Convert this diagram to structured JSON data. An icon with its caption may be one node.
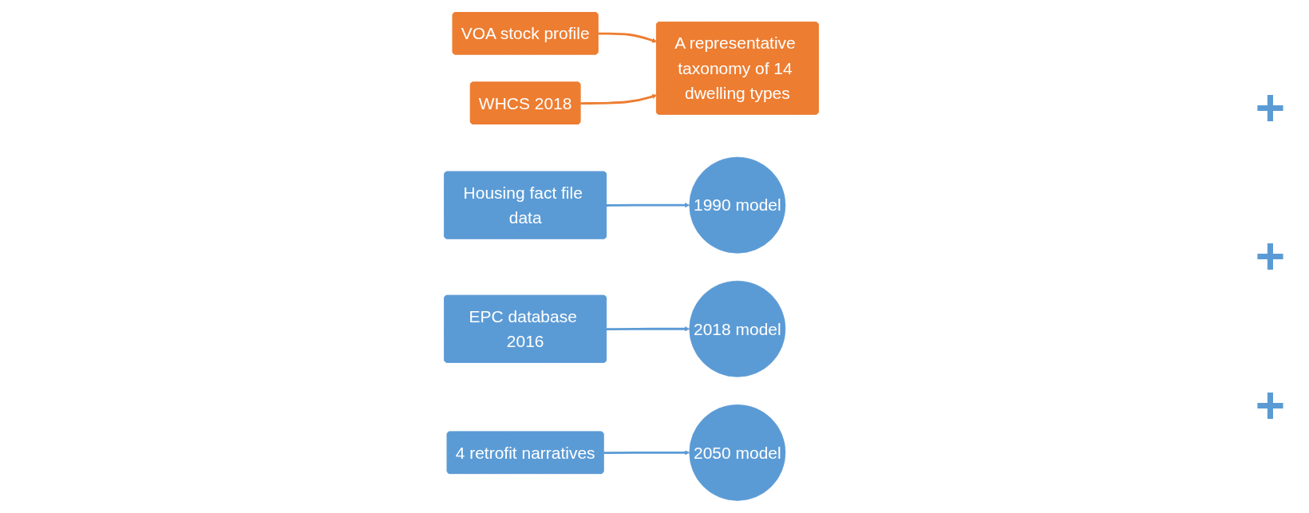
{
  "diagram": {
    "nodes": [
      {
        "text": [
          "VOA stock profile"
        ]
      },
      {
        "text": [
          "WHCS 2018"
        ]
      },
      {
        "text": [
          "A representative taxonomy of 14 dwelling types"
        ]
      },
      {
        "text": [
          "Housing fact file data"
        ]
      },
      {
        "text": [
          "1990 model"
        ]
      },
      {
        "text": [
          "EPC database 2016"
        ]
      },
      {
        "text": [
          "2018 model"
        ]
      },
      {
        "text": [
          "4 retrofit narratives"
        ]
      },
      {
        "text": [
          "2050 model"
        ]
      }
    ],
    "edges": [
      {
        "from": 0,
        "to": 2,
        "arrow": "to",
        "color": "#ed7d31"
      },
      {
        "from": 1,
        "to": 2,
        "arrow": "to",
        "color": "#ed7d31"
      },
      {
        "from": 3,
        "to": 4,
        "arrow": "to"
      },
      {
        "from": 5,
        "to": 6,
        "arrow": "to"
      },
      {
        "from": 7,
        "to": 8,
        "arrow": "to"
      }
    ],
    "labels": [
      "+",
      "+",
      "+"
    ]
  }
}
